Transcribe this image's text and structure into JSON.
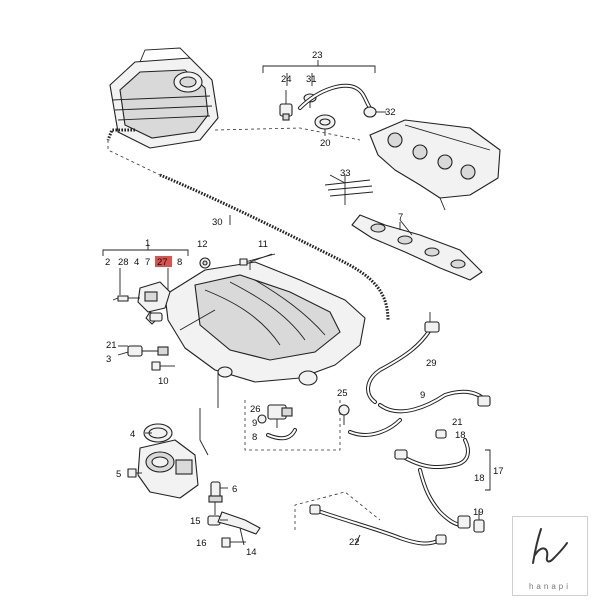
{
  "diagram": {
    "labels": {
      "l1": "1",
      "l2": "2",
      "l28": "28",
      "l4": "4",
      "l7": "7",
      "l27": "27",
      "l8": "8",
      "l12": "12",
      "l11": "11",
      "l23": "23",
      "l24": "24",
      "l31": "31",
      "l32": "32",
      "l20": "20",
      "l33": "33",
      "l30": "30",
      "l7b": "7",
      "l21a": "21",
      "l3": "3",
      "l10": "10",
      "l29": "29",
      "l25": "25",
      "l26": "26",
      "l9a": "9",
      "l8b": "8",
      "l9b": "9",
      "l18a": "18",
      "l21b": "21",
      "l4b": "4",
      "l5": "5",
      "l6": "6",
      "l17": "17",
      "l18b": "18",
      "l15": "15",
      "l14": "14",
      "l16": "16",
      "l22": "22",
      "l19": "19"
    },
    "highlight_color": "#d9534f"
  },
  "logo": {
    "brand": "hanapi"
  }
}
